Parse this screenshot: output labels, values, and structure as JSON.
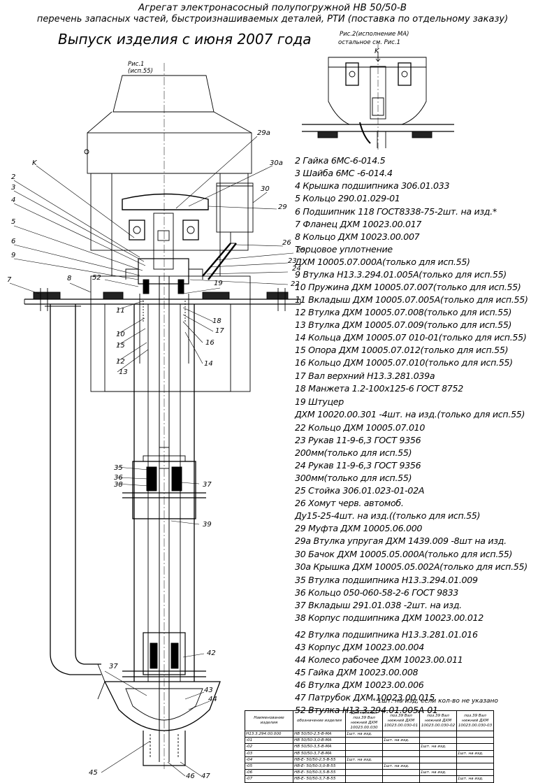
{
  "header": {
    "line1": "Агрегат электронасосный полупогружной НВ 50/50-В",
    "line2": "перечень запасных частей, быстроизнашиваемых деталей, РТИ (поставка по отдельному заказу)",
    "line3": "Выпуск изделия с июня 2007 года"
  },
  "figure1": {
    "caption_line1": "Рис.1",
    "caption_line2": "(исп.55)",
    "callouts": [
      "K",
      "2",
      "3",
      "4",
      "5",
      "6",
      "9",
      "7",
      "8",
      "52",
      "11",
      "10",
      "15",
      "12",
      "13",
      "29а",
      "30а",
      "30",
      "29",
      "26",
      "25",
      "23",
      "24",
      "22",
      "19",
      "18",
      "17",
      "16",
      "14",
      "35",
      "36",
      "38",
      "37",
      "39",
      "42",
      "37",
      "43",
      "44",
      "45",
      "46",
      "47"
    ]
  },
  "figure2": {
    "caption_line1": "Рис.2(исполнение МА)",
    "caption_line2": "остальное см. Рис.1",
    "callout": "K"
  },
  "parts_list": [
    "2  Гайка 6МС-6-014.5",
    "3 Шайба 6МС -6-014.4",
    "4 Крышка подшипника 306.01.033",
    "5  Кольцо 290.01.029-01",
    "6  Подшипник 118 ГОСТ8338-75-2шт. на изд.*",
    "7  Фланец ДХМ 10023.00.017",
    "8  Кольцо ДХМ 10023.00.007",
    "Торцовое уплотнение",
    "ДХМ 10005.07.000А(только для исп.55)",
    "9  Втулка Н13.3.294.01.005А(только для исп.55)",
    "10 Пружина ДХМ 10005.07.007(только для исп.55)",
    "11  Вкладыш  ДХМ 10005.07.005А(только для исп.55)",
    "12  Втулка   ДХМ 10005.07.008(только для исп.55)",
    "13  Втулка   ДХМ 10005.07.009(только для исп.55)",
    "14 Кольца   ДХМ 10005.07 010-01(только для исп.55)",
    "15 Опора    ДХМ 10005.07.012(только для исп.55)",
    "16  Кольцо ДХМ 10005.07.010(только для исп.55)",
    "17  Вал верхний Н13.3.281.039а",
    "18  Манжета 1.2-100х125-6 ГОСТ 8752",
    "19  Штуцер",
    "ДХМ 10020.00.301 -4шт. на изд.(только для исп.55)",
    "22  Кольцо ДХМ 10005.07.010",
    "23 Рукав 11-9-6,3 ГОСТ 9356",
    " 200мм(только для исп.55)",
    "24  Рукав  11-9-6,3 ГОСТ 9356",
    " 300мм(только для исп.55)",
    "25 Стойка  306.01.023-01-02А",
    "26  Хомут черв. автомоб.",
    "Ду15-25-4шт. на изд.((только для исп.55)",
    "29  Муфта ДХМ 10005.06.000",
    "29а  Втулка упругая ДХМ 1439.009 -8шт на изд.",
    "30  Бачок ДХМ 10005.05.000А(только для исп.55)",
    "30а Крышка ДХМ 10005.05.002А(только для исп.55)",
    "35  Втулка подшипника Н13.3.294.01.009",
    "36  Кольцо 050-060-58-2-6 ГОСТ 9833",
    "37  Вкладыш 291.01.038 -2шт. на изд.",
    "38  Корпус подшипника ДХМ 10023.00.012",
    "42  Втулка подшипника Н13.3.281.01.016",
    "43  Корпус ДХМ 10023.00.004",
    "44  Колесо рабочее ДХМ 10023.00.011",
    "45  Гайка ДХМ 10023.00.008",
    "46 Втулка ДХМ 10023.00.006",
    "47 Патрубок ДХМ 10023.00.015",
    "52  Втулка Н13.3.294.01.005А-01"
  ],
  "note": "* 1шт. на изд, если кол-во не указано",
  "table": {
    "headers": [
      "Наименование изделия",
      "обозначение изделия",
      "Для нижней поз.39 Вал нижний ДХМ 10023.00.030",
      "поз.39 Вал нижний ДХМ 10023.00.030-01",
      "поз.39 Вал нижний ДХМ 10023.00.030-02",
      "поз.39 Вал нижний ДХМ 10023.00.030-03"
    ],
    "rows": [
      [
        "Н13.3.294.00.000",
        "НВ 50/50-2,5-В-МА",
        "1шт. на изд.",
        "",
        "",
        ""
      ],
      [
        "-01",
        "НВ 50/50-3,0-В-МА",
        "",
        "1шт. на изд.",
        "",
        ""
      ],
      [
        "-02",
        "НВ 50/50-3,5-В-МА",
        "",
        "",
        "1шт. на изд.",
        ""
      ],
      [
        "-03",
        "НВ 50/50-3,7-В-МА",
        "",
        "",
        "",
        "1шт. на изд."
      ],
      [
        "-04",
        "НВ-Е- 50/50-2,5-В-55",
        "1шт. на изд.",
        "",
        "",
        ""
      ],
      [
        "-05",
        "НВ-Е- 50/50-3,0-В-55",
        "",
        "1шт. на изд.",
        "",
        ""
      ],
      [
        "-06",
        "НВ-Е- 50/50-3,5-В-55",
        "",
        "",
        "1шт. на изд.",
        ""
      ],
      [
        "-07",
        "НВ-Е- 50/50-3,7-В-55",
        "",
        "",
        "",
        "1шт. на изд."
      ]
    ]
  }
}
